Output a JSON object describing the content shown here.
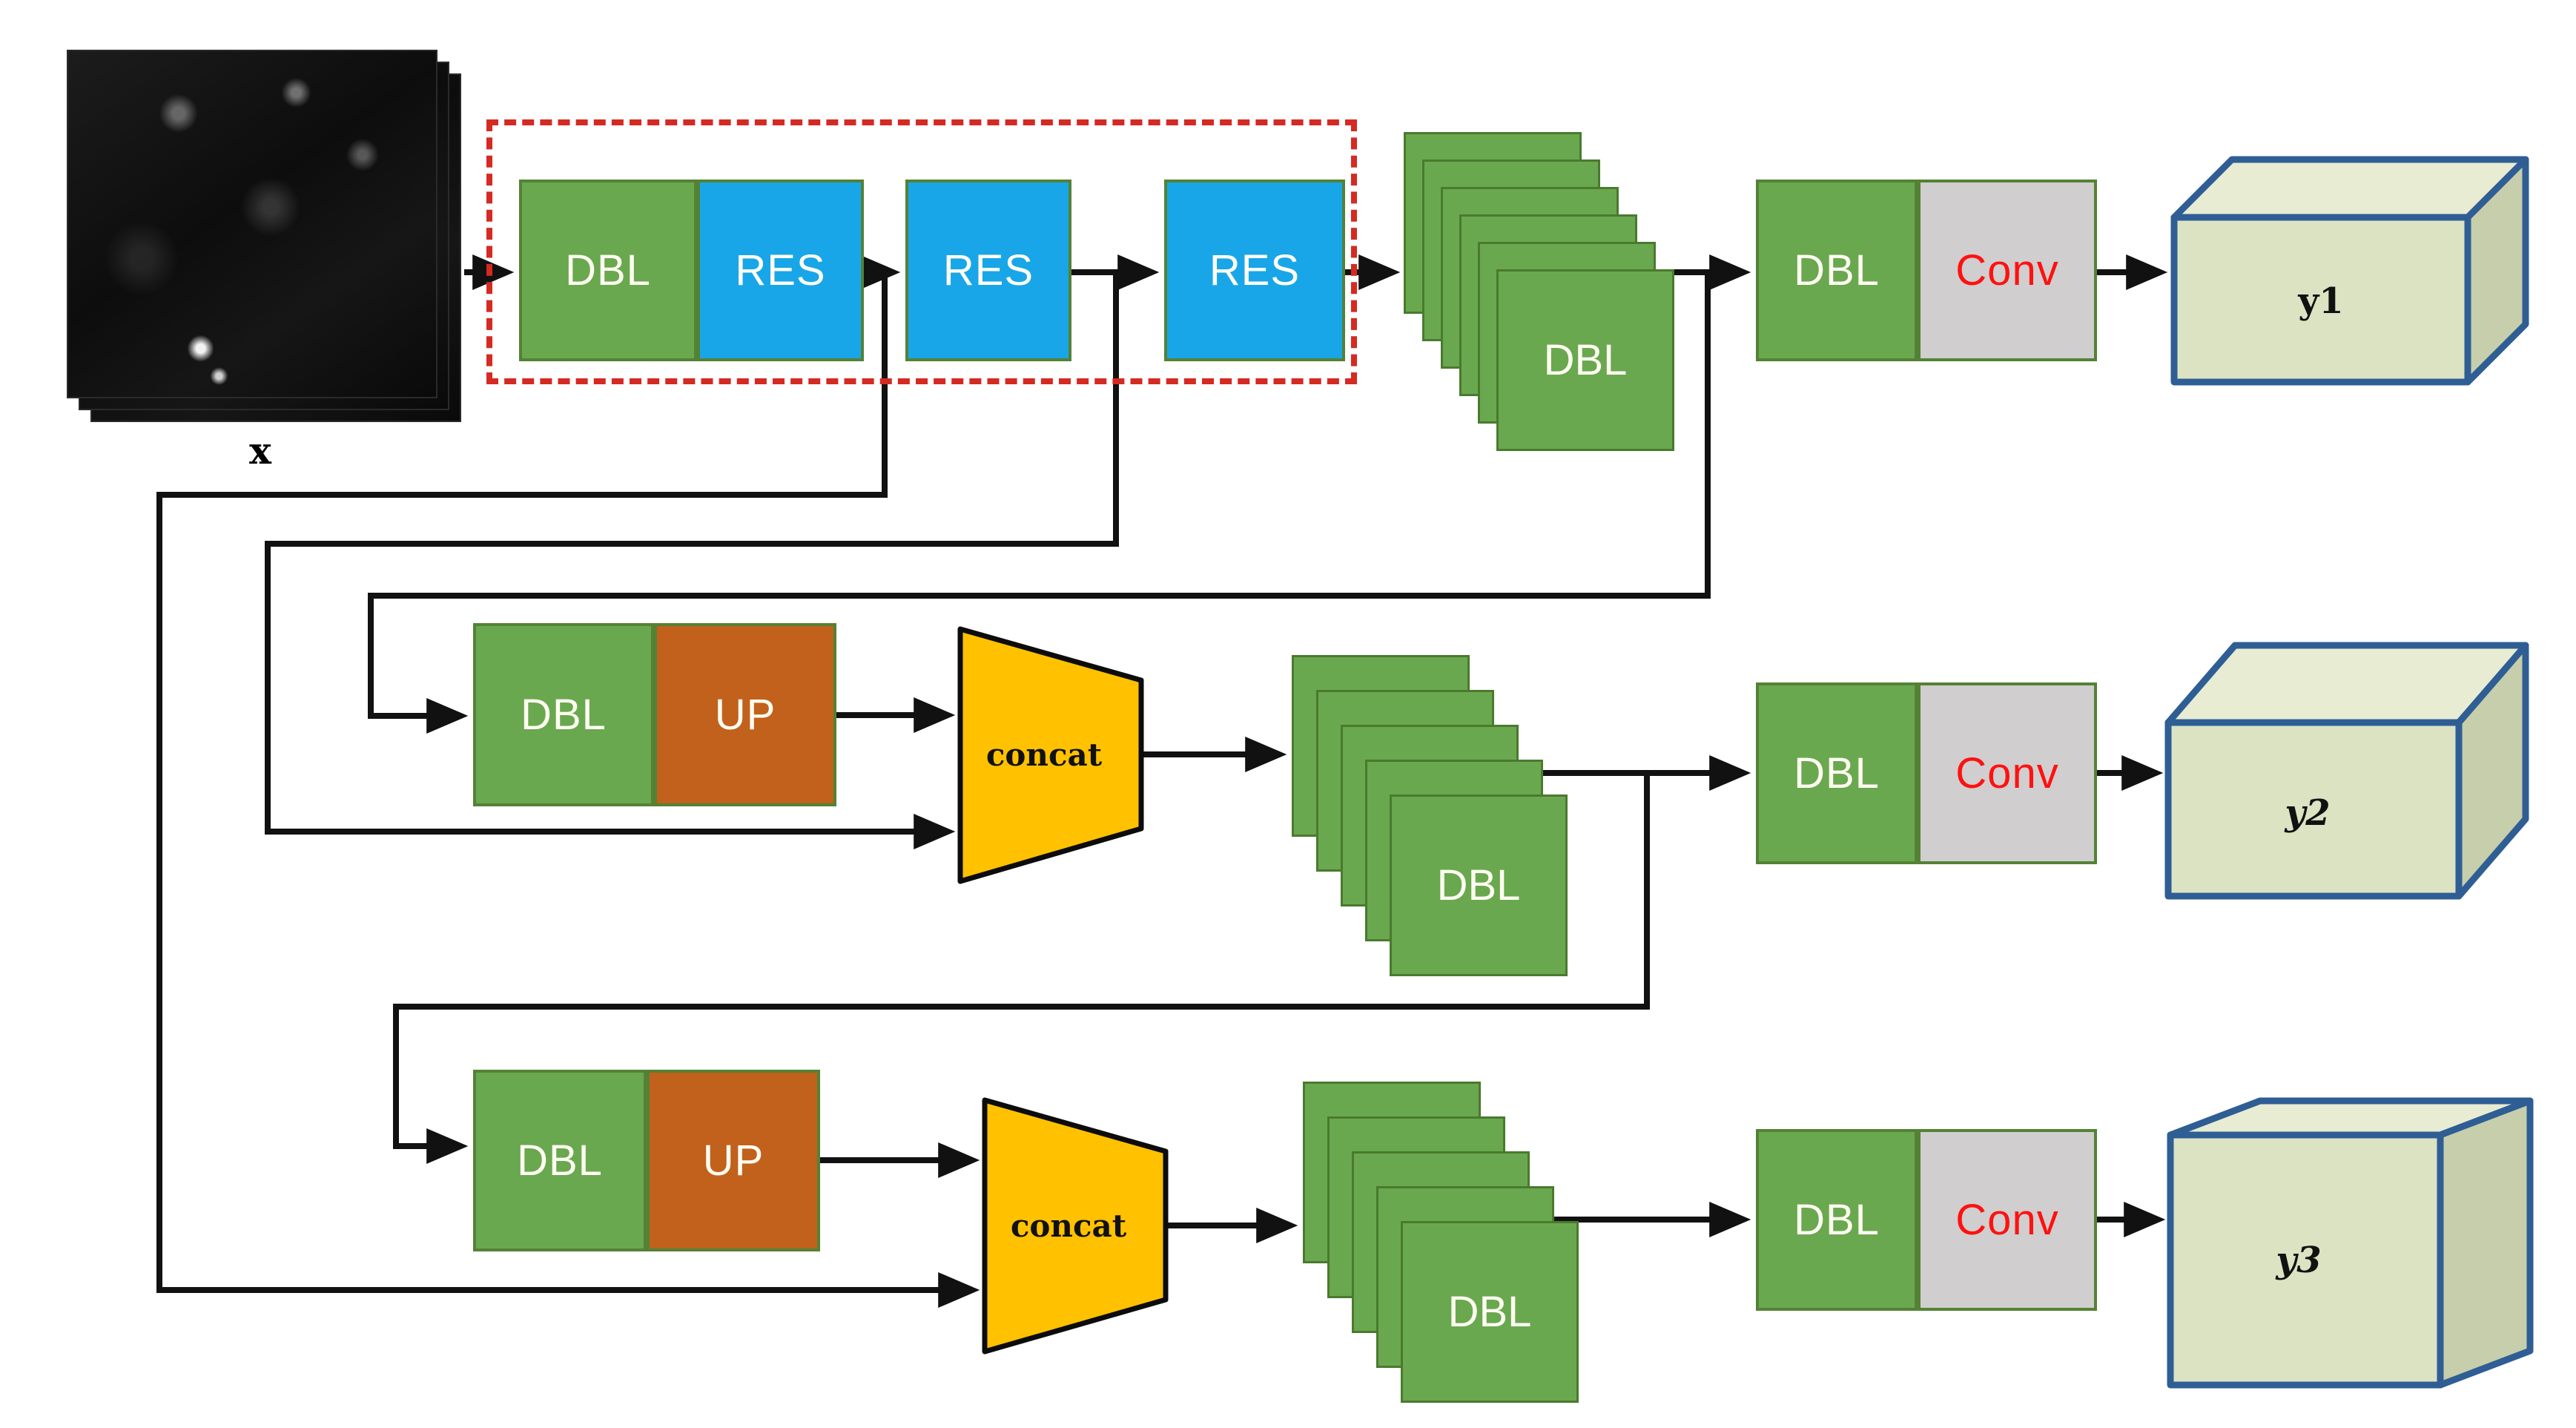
{
  "labels": {
    "input": "x",
    "dbl": "DBL",
    "res": "RES",
    "up": "UP",
    "conv": "Conv",
    "concat": "concat",
    "y1": "y1",
    "y2": "y2",
    "y3": "y3"
  },
  "colors": {
    "green": "#6aa84f",
    "greenborder": "#548235",
    "blue": "#19a6e8",
    "orange": "#c2611c",
    "yellow": "#ffc100",
    "gray": "#d0cece",
    "cubefront": "#dce3c3",
    "cubetop": "#e7ecd3",
    "cubeside": "#c7ceab",
    "cubeborder": "#2e5e94",
    "dashred": "#d42a22",
    "wire": "#111111",
    "convtext": "#ff1111"
  }
}
